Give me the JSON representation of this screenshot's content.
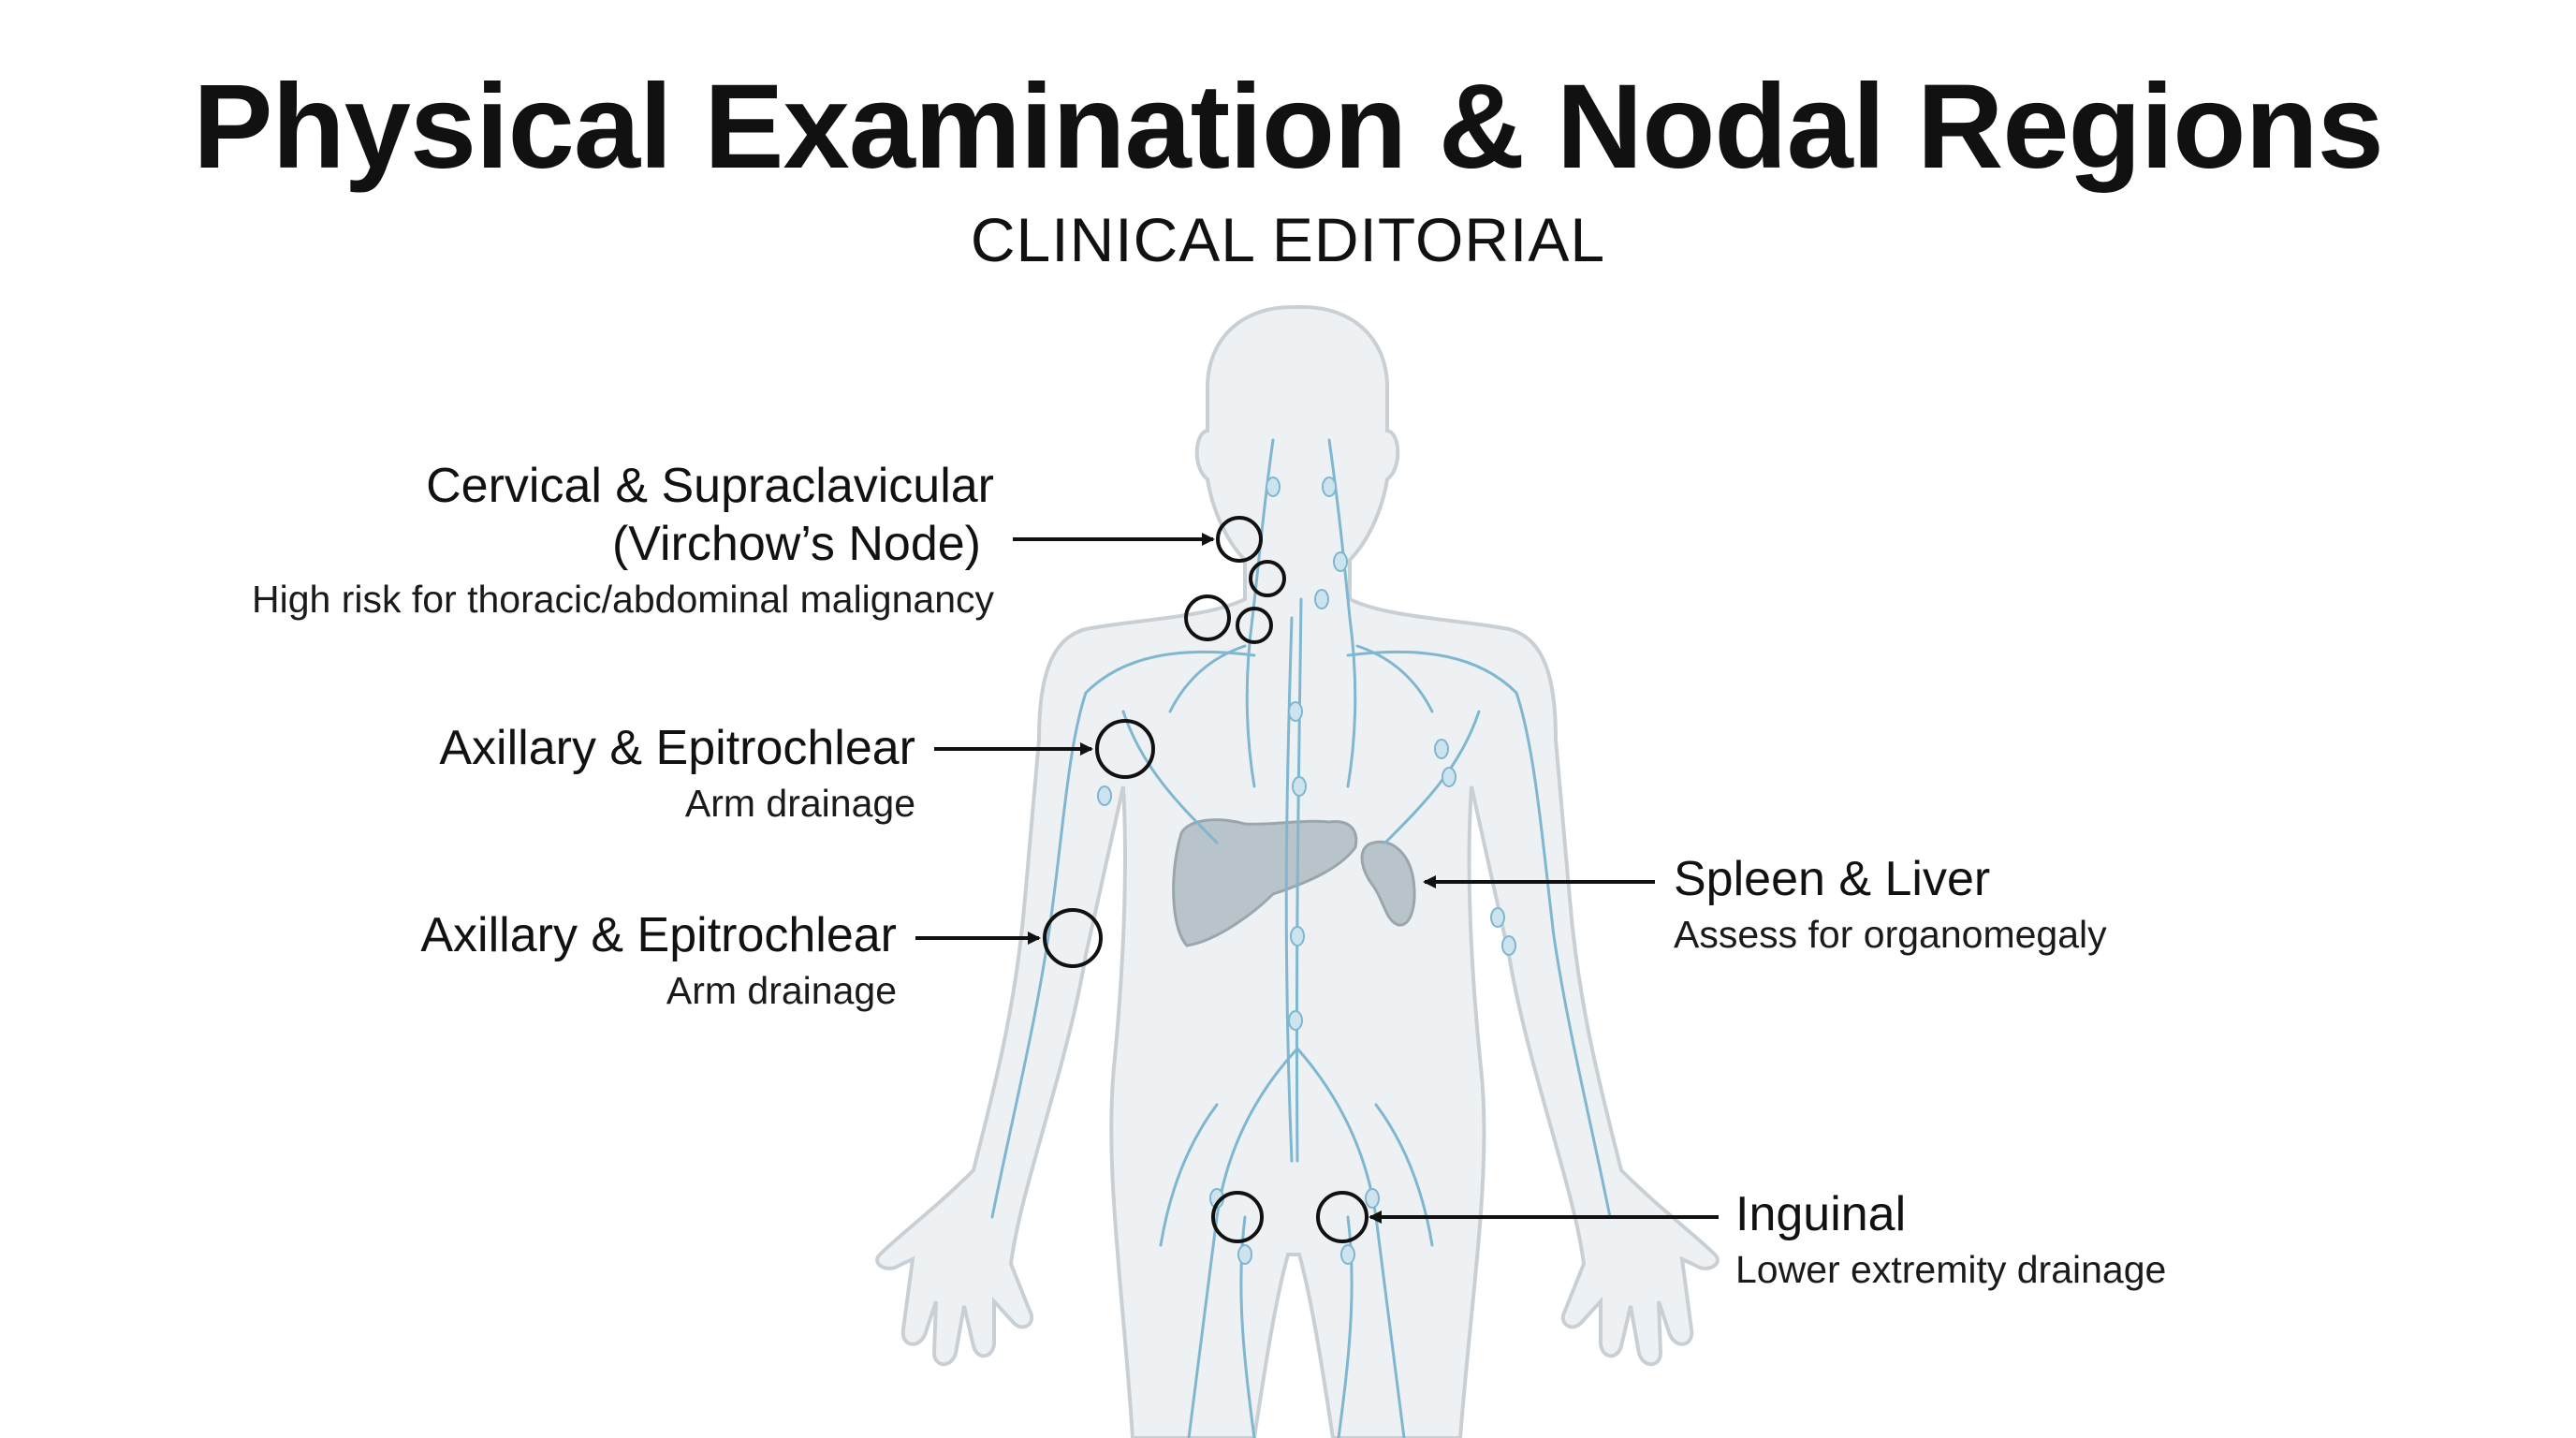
{
  "title": "Physical Examination & Nodal Regions",
  "subtitle": "CLINICAL EDITORIAL",
  "colors": {
    "body_fill": "#eef1f3",
    "body_stroke": "#c9d0d5",
    "lymph": "#7fb6d0",
    "organ": "#b9c3ca",
    "annotation": "#111111"
  },
  "labels": {
    "cervical": {
      "main_line1": "Cervical & Supraclavicular",
      "main_line2": "(Virchow’s Node)",
      "sub": "High risk for thoracic/abdominal malignancy"
    },
    "axillary_upper": {
      "main": "Axillary & Epitrochlear",
      "sub": "Arm drainage"
    },
    "axillary_lower": {
      "main": "Axillary & Epitrochlear",
      "sub": "Arm drainage"
    },
    "spleen_liver": {
      "main": "Spleen & Liver",
      "sub": "Assess for organomegaly"
    },
    "inguinal": {
      "main": "Inguinal",
      "sub": "Lower extremity drainage"
    }
  }
}
